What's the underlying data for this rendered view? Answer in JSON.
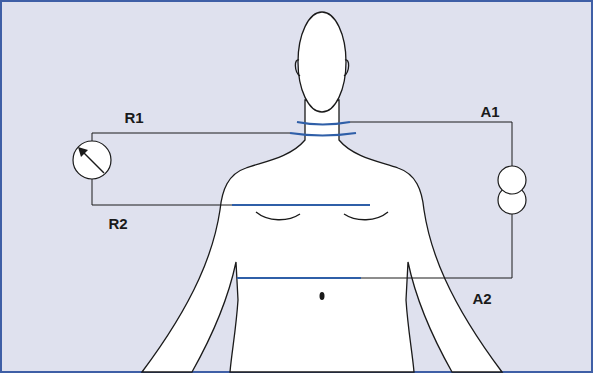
{
  "diagram": {
    "labels": [
      "R1",
      "A1",
      "R2",
      "A2"
    ]
  }
}
